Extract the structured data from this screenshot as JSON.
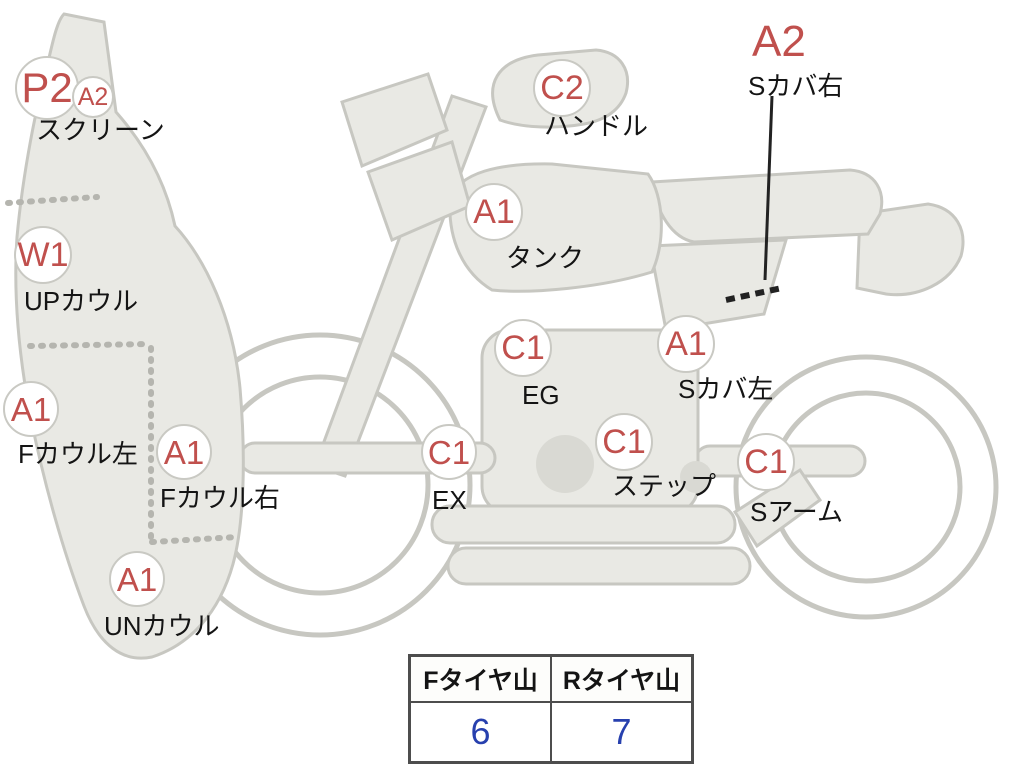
{
  "diagram_type": "motorcycle-condition-sheet",
  "parts": [
    {
      "label": "スクリーン",
      "codes": [
        "P2",
        "A2"
      ]
    },
    {
      "label": "UPカウル",
      "codes": [
        "W1"
      ]
    },
    {
      "label": "Fカウル左",
      "codes": [
        "A1"
      ]
    },
    {
      "label": "Fカウル右",
      "codes": [
        "A1"
      ]
    },
    {
      "label": "UNカウル",
      "codes": [
        "A1"
      ]
    },
    {
      "label": "ハンドル",
      "codes": [
        "C2"
      ]
    },
    {
      "label": "タンク",
      "codes": [
        "A1"
      ]
    },
    {
      "label": "EG",
      "codes": [
        "C1"
      ]
    },
    {
      "label": "EX",
      "codes": [
        "C1"
      ]
    },
    {
      "label": "ステップ",
      "codes": [
        "C1"
      ]
    },
    {
      "label": "Sカバ左",
      "codes": [
        "A1"
      ]
    },
    {
      "label": "Sカバ右",
      "codes": [
        "A2"
      ]
    },
    {
      "label": "Sアーム",
      "codes": [
        "C1"
      ]
    }
  ],
  "tire_table": {
    "headers": [
      "Fタイヤ山",
      "Rタイヤ山"
    ],
    "values": [
      "6",
      "7"
    ]
  },
  "colors": {
    "code_text": "#c0504d",
    "tire_value_text": "#2740ae",
    "bike_fill": "#e9e9e4",
    "bike_outline": "#c7c7c1"
  }
}
